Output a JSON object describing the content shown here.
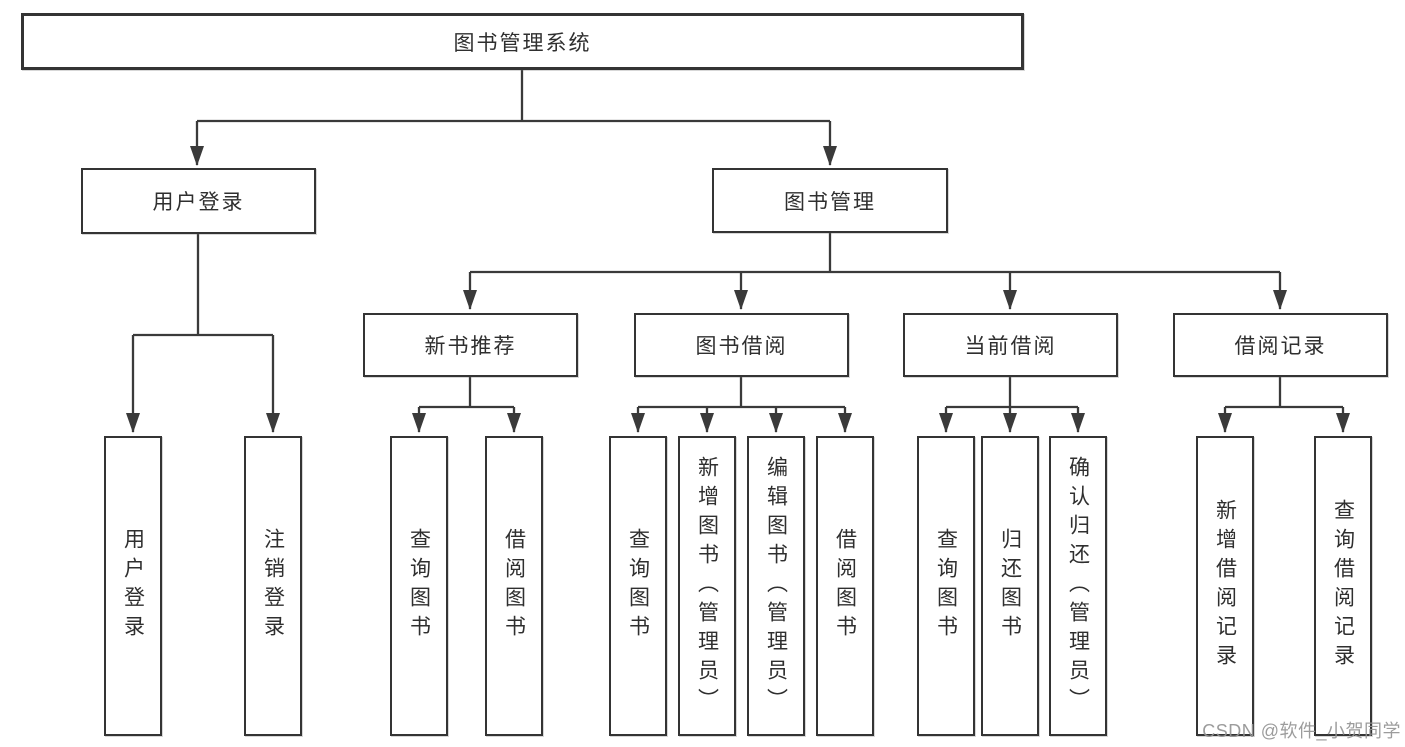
{
  "colors": {
    "line": "#3a3a3a",
    "box-border": "#343434",
    "text": "#2f2f2f",
    "watermark": "#949494",
    "background": "#ffffff"
  },
  "tree": {
    "label": "图书管理系统",
    "children": [
      {
        "label": "用户登录",
        "children": [
          {
            "label": "用户登录"
          },
          {
            "label": "注销登录"
          }
        ]
      },
      {
        "label": "图书管理",
        "children": [
          {
            "label": "新书推荐",
            "children": [
              {
                "label": "查询图书"
              },
              {
                "label": "借阅图书"
              }
            ]
          },
          {
            "label": "图书借阅",
            "children": [
              {
                "label": "查询图书"
              },
              {
                "label": "新增图书（管理员）"
              },
              {
                "label": "编辑图书（管理员）"
              },
              {
                "label": "借阅图书"
              }
            ]
          },
          {
            "label": "当前借阅",
            "children": [
              {
                "label": "查询图书"
              },
              {
                "label": "归还图书"
              },
              {
                "label": "确认归还（管理员）"
              }
            ]
          },
          {
            "label": "借阅记录",
            "children": [
              {
                "label": "新增借阅记录"
              },
              {
                "label": "查询借阅记录"
              }
            ]
          }
        ]
      }
    ]
  },
  "watermark": {
    "text": "CSDN @软件_小贺同学"
  }
}
